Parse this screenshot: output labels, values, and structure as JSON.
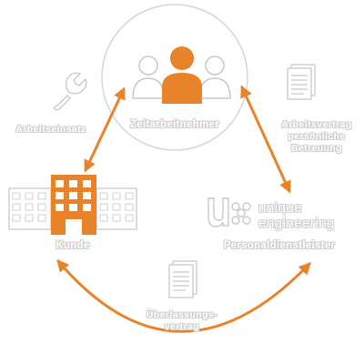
{
  "colors": {
    "accent": "#E8832A",
    "outline": "#CFCFCF",
    "fill_white": "#FFFFFF"
  },
  "nodes": {
    "zeitarbeitnehmer": "Zeitarbeitnehmer",
    "kunde": "Kunde",
    "personaldienstleister": "Personaldienstleister"
  },
  "labels": {
    "arbeitseinsatz": "Arbeitseinsatz",
    "arbeitsvertrag": [
      "Arbeitsvertrag",
      "persönliche",
      "Betreuung"
    ],
    "ueberlassungsvertrag": [
      "Überlassungs-",
      "vertrag"
    ]
  },
  "brand": {
    "mark": "u",
    "line1": "unique",
    "line2": "engineering"
  },
  "icons": [
    "people-icon",
    "wrench-icon",
    "document-icon",
    "office-building-icon",
    "unique-logo-icon"
  ]
}
